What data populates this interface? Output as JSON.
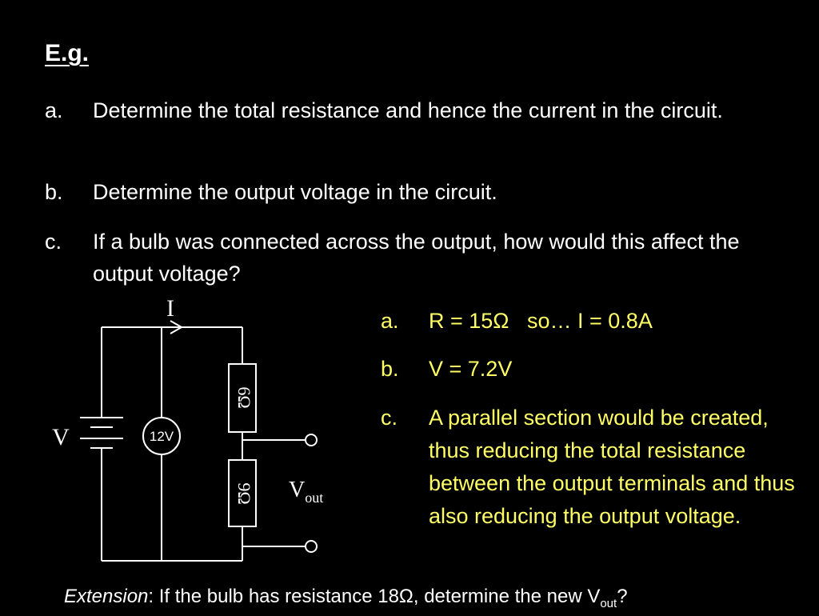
{
  "heading": "E.g.",
  "questions": [
    {
      "label": "a.",
      "text": "Determine the total resistance and hence the current in the circuit."
    },
    {
      "label": "b.",
      "text": "Determine the output voltage in the circuit."
    },
    {
      "label": "c.",
      "text": "If a bulb was connected across the output, how would this affect the output voltage?"
    }
  ],
  "answers": [
    {
      "label": "a.",
      "text": "R = 15Ω   so… I = 0.8A"
    },
    {
      "label": "b.",
      "text": "V = 7.2V"
    },
    {
      "label": "c.",
      "text": "A parallel section would be created, thus reducing the total resistance between the output terminals and thus also reducing the output voltage."
    }
  ],
  "circuit": {
    "current_label": "I",
    "battery_label": "V",
    "voltmeter_label": "12V",
    "resistor_top": "6Ω",
    "resistor_bottom": "9Ω",
    "vout_main": "V",
    "vout_sub": "out"
  },
  "extension": {
    "italic": "Extension",
    "text": ":  If the bulb has resistance 18Ω, determine the new V",
    "sub": "out",
    "end": "?"
  },
  "colors": {
    "background": "#000000",
    "text": "#ffffff",
    "answer": "#ffff66"
  }
}
